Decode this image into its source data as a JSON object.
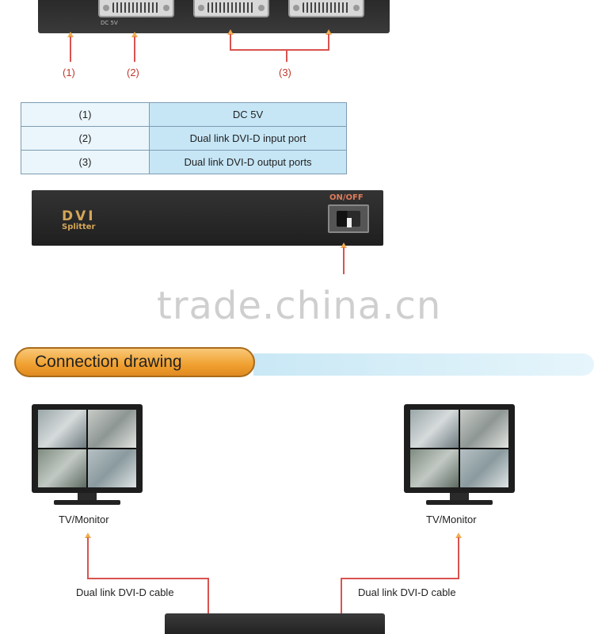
{
  "top_device": {
    "dc_label": "DC 5V"
  },
  "callouts": [
    "(1)",
    "(2)",
    "(3)"
  ],
  "spec_table": {
    "rows": [
      {
        "num": "(1)",
        "desc": "DC 5V"
      },
      {
        "num": "(2)",
        "desc": "Dual link DVI-D input port"
      },
      {
        "num": "(3)",
        "desc": "Dual link DVI-D output ports"
      }
    ]
  },
  "front_device": {
    "logo_main": "DVI",
    "logo_sub": "Splitter",
    "switch_label": "ON/OFF"
  },
  "watermark": "trade.china.cn",
  "section": {
    "title": "Connection drawing"
  },
  "connection": {
    "monitor_left_label": "TV/Monitor",
    "monitor_right_label": "TV/Monitor",
    "cable_left_label": "Dual link DVI-D cable",
    "cable_right_label": "Dual link DVI-D cable"
  },
  "colors": {
    "callout_red": "#c0392b",
    "arrow_orange": "#f0ad4e",
    "banner_orange": "#f0a030",
    "table_blue": "#c6e6f6",
    "logo_gold": "#d4a657"
  }
}
